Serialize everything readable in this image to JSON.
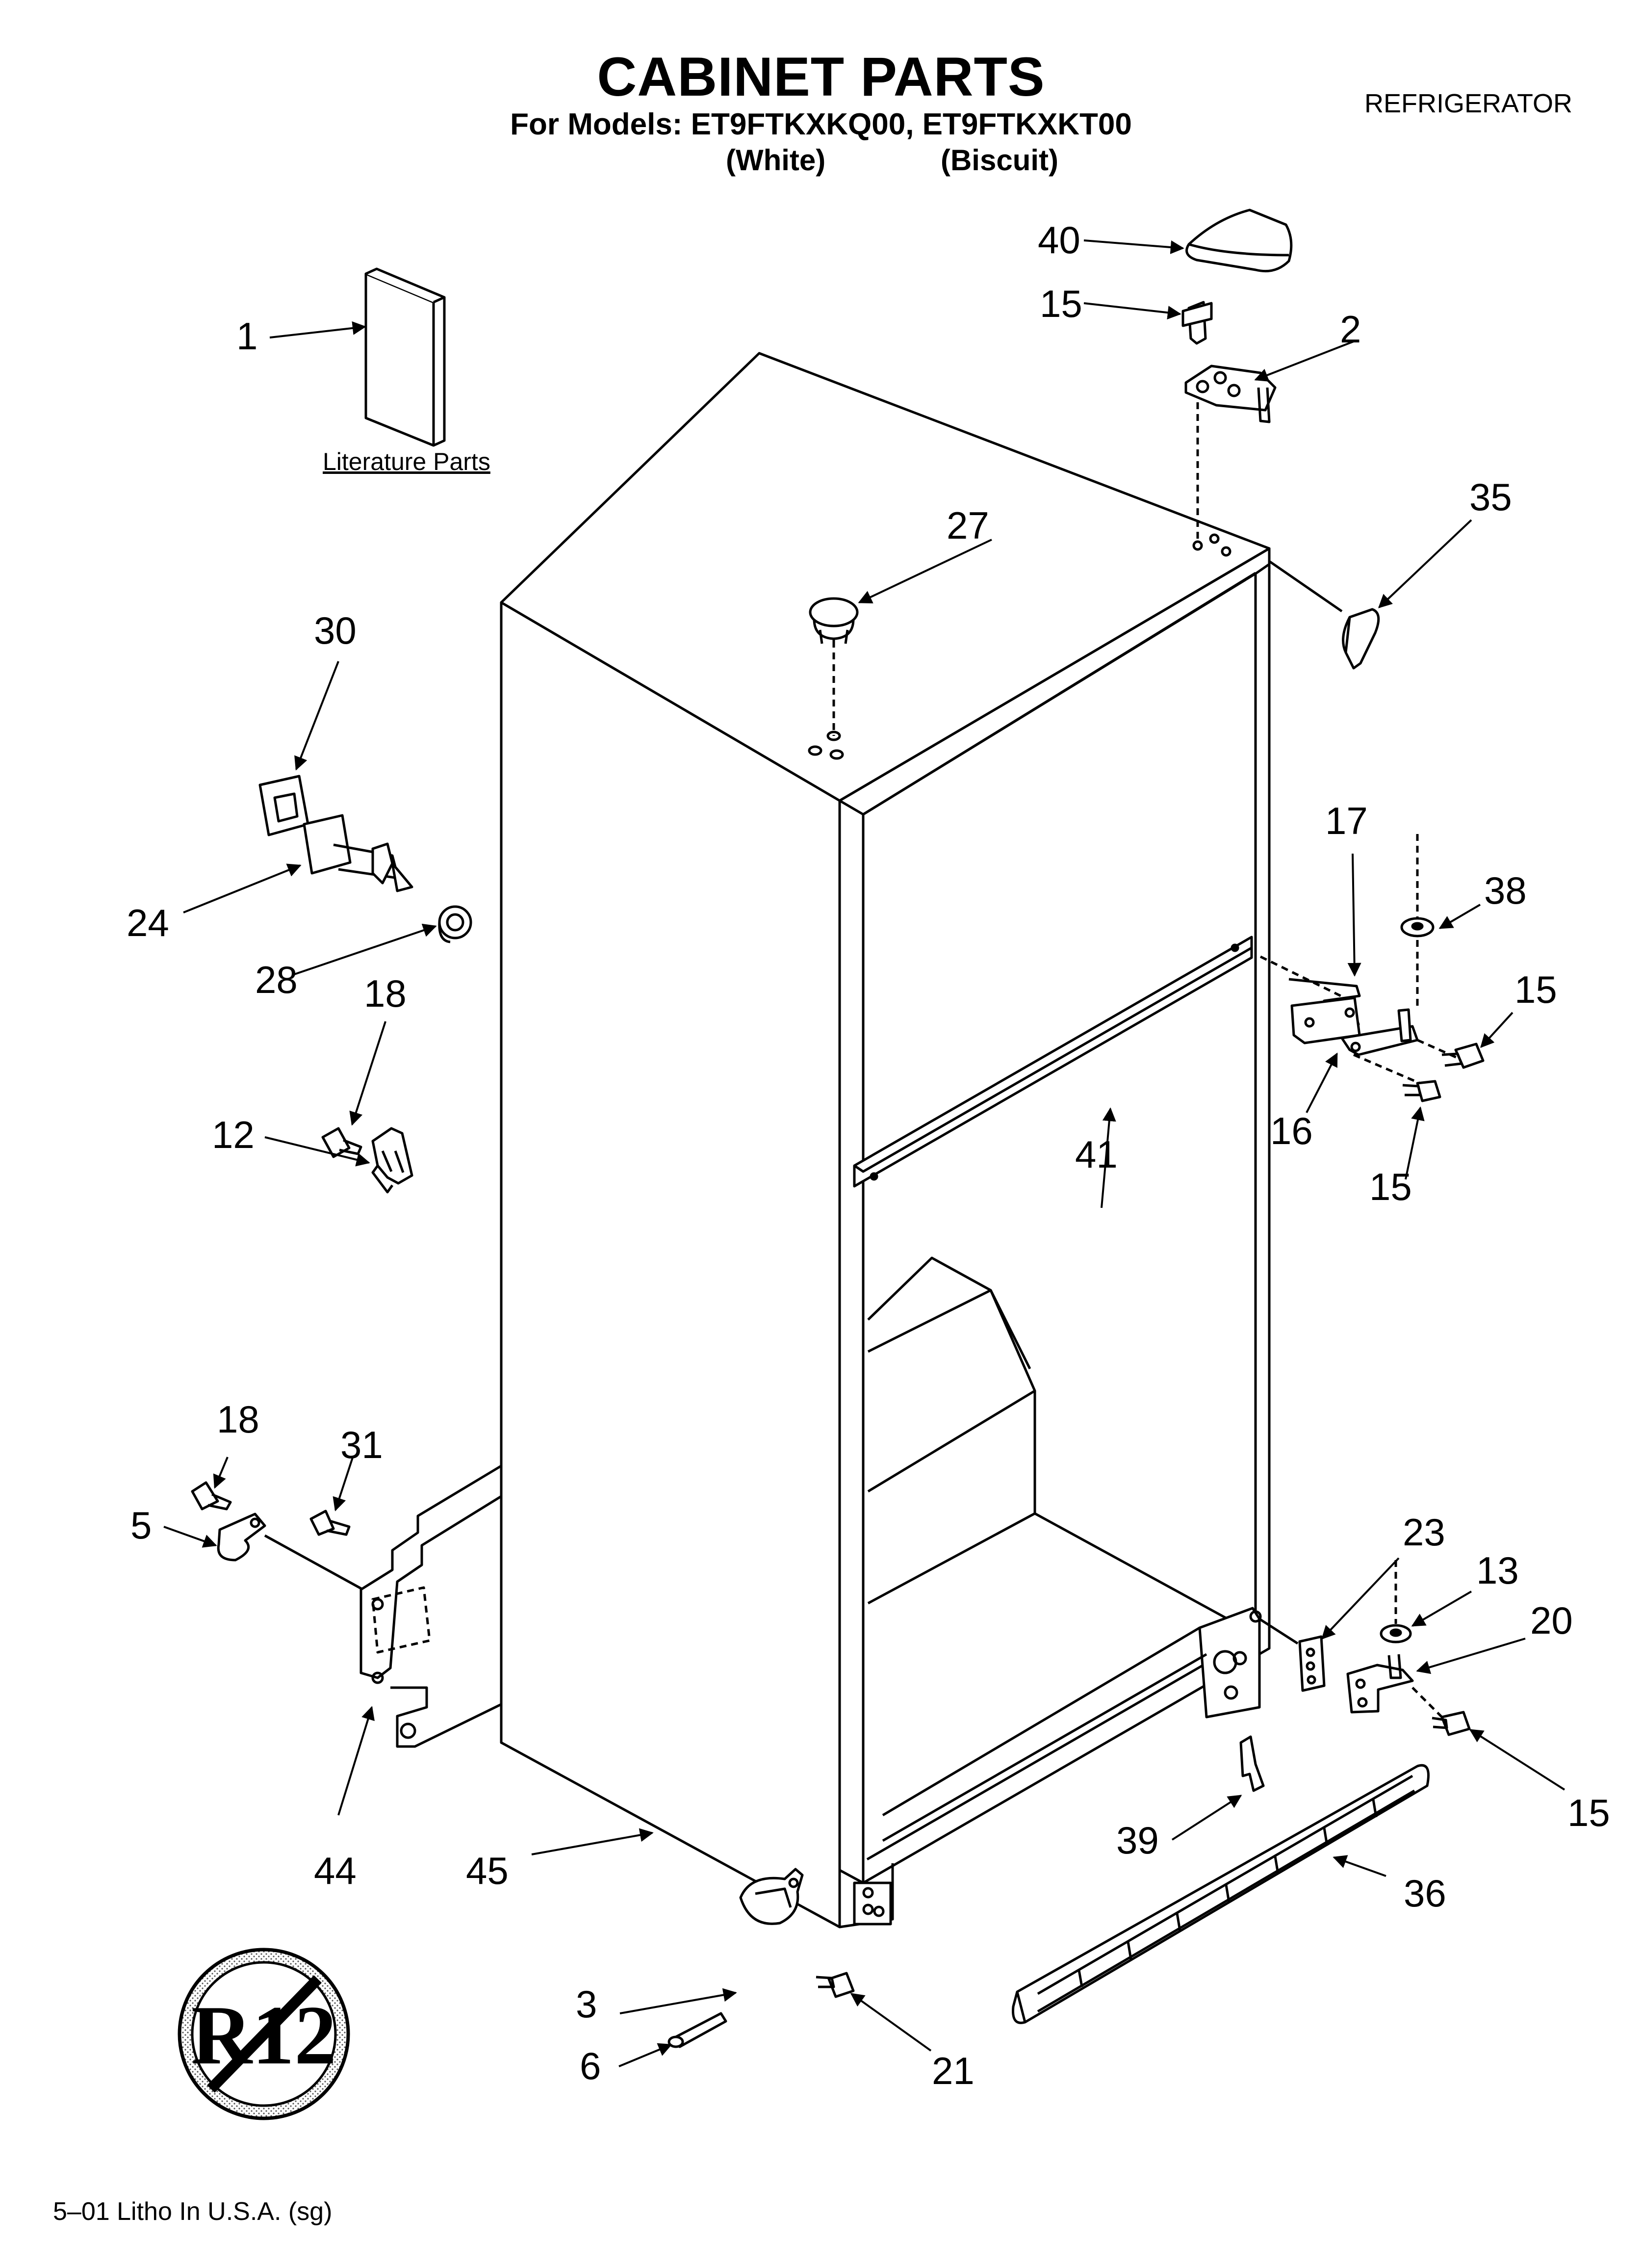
{
  "header": {
    "title": "CABINET PARTS",
    "models_line": "For Models: ET9FTKXKQ00, ET9FTKXKT00",
    "variant_white": "(White)",
    "variant_biscuit": "(Biscuit)",
    "category": "REFRIGERATOR"
  },
  "literature_label": "Literature Parts",
  "footer": "5–01 Litho In U.S.A. (sg)",
  "r12_symbol_text": "R12",
  "callouts": [
    {
      "id": "c1",
      "label": "1"
    },
    {
      "id": "c2",
      "label": "2"
    },
    {
      "id": "c3",
      "label": "3"
    },
    {
      "id": "c5",
      "label": "5"
    },
    {
      "id": "c6",
      "label": "6"
    },
    {
      "id": "c12",
      "label": "12"
    },
    {
      "id": "c13",
      "label": "13"
    },
    {
      "id": "c15a",
      "label": "15"
    },
    {
      "id": "c15b",
      "label": "15"
    },
    {
      "id": "c15c",
      "label": "15"
    },
    {
      "id": "c15d",
      "label": "15"
    },
    {
      "id": "c16",
      "label": "16"
    },
    {
      "id": "c17",
      "label": "17"
    },
    {
      "id": "c18a",
      "label": "18"
    },
    {
      "id": "c18b",
      "label": "18"
    },
    {
      "id": "c20",
      "label": "20"
    },
    {
      "id": "c21",
      "label": "21"
    },
    {
      "id": "c23",
      "label": "23"
    },
    {
      "id": "c24",
      "label": "24"
    },
    {
      "id": "c27",
      "label": "27"
    },
    {
      "id": "c28",
      "label": "28"
    },
    {
      "id": "c30",
      "label": "30"
    },
    {
      "id": "c31",
      "label": "31"
    },
    {
      "id": "c35",
      "label": "35"
    },
    {
      "id": "c36",
      "label": "36"
    },
    {
      "id": "c38",
      "label": "38"
    },
    {
      "id": "c39",
      "label": "39"
    },
    {
      "id": "c40",
      "label": "40"
    },
    {
      "id": "c41",
      "label": "41"
    },
    {
      "id": "c44",
      "label": "44"
    },
    {
      "id": "c45",
      "label": "45"
    }
  ]
}
